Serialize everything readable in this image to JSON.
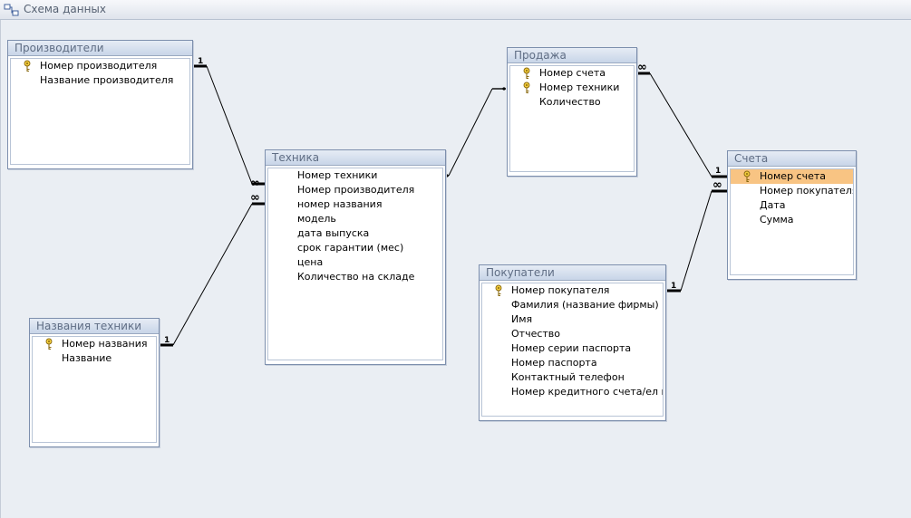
{
  "window": {
    "title": "Схема данных"
  },
  "tables": {
    "manufacturers": {
      "title": "Производители",
      "fields": [
        {
          "label": "Номер производителя",
          "key": true
        },
        {
          "label": "Название производителя",
          "key": false
        }
      ]
    },
    "equipment_names": {
      "title": "Названия техники",
      "fields": [
        {
          "label": "Номер названия",
          "key": true
        },
        {
          "label": "Название",
          "key": false
        }
      ]
    },
    "equipment": {
      "title": "Техника",
      "fields": [
        {
          "label": "Номер техники",
          "key": false
        },
        {
          "label": "Номер производителя",
          "key": false
        },
        {
          "label": "номер названия",
          "key": false
        },
        {
          "label": "модель",
          "key": false
        },
        {
          "label": "дата выпуска",
          "key": false
        },
        {
          "label": "срок гарантии (мес)",
          "key": false
        },
        {
          "label": "цена",
          "key": false
        },
        {
          "label": "Количество на складе",
          "key": false
        }
      ]
    },
    "sales": {
      "title": "Продажа",
      "fields": [
        {
          "label": "Номер счета",
          "key": true
        },
        {
          "label": "Номер техники",
          "key": true
        },
        {
          "label": "Количество",
          "key": false
        }
      ]
    },
    "buyers": {
      "title": "Покупатели",
      "fields": [
        {
          "label": "Номер покупателя",
          "key": true
        },
        {
          "label": "Фамилия (название фирмы)",
          "key": false
        },
        {
          "label": "Имя",
          "key": false
        },
        {
          "label": "Отчество",
          "key": false
        },
        {
          "label": "Номер серии паспорта",
          "key": false
        },
        {
          "label": "Номер паспорта",
          "key": false
        },
        {
          "label": "Контактный телефон",
          "key": false
        },
        {
          "label": "Номер кредитного счета/ел ко",
          "key": false
        }
      ]
    },
    "invoices": {
      "title": "Счета",
      "selected_field": "Номер счета",
      "fields": [
        {
          "label": "Номер счета",
          "key": true
        },
        {
          "label": "Номер покупателя",
          "key": false
        },
        {
          "label": "Дата",
          "key": false
        },
        {
          "label": "Сумма",
          "key": false
        }
      ]
    }
  },
  "relationships": [
    {
      "from": "Производители",
      "to": "Техника",
      "from_card": "1",
      "to_card": "∞"
    },
    {
      "from": "Названия техники",
      "to": "Техника",
      "from_card": "1",
      "to_card": "∞"
    },
    {
      "from": "Техника",
      "to": "Продажа",
      "from_card": "",
      "to_card": ""
    },
    {
      "from": "Продажа",
      "to": "Счета",
      "from_card": "∞",
      "to_card": "1"
    },
    {
      "from": "Покупатели",
      "to": "Счета",
      "from_card": "1",
      "to_card": "∞"
    }
  ],
  "colors": {
    "selection": "#f8c483",
    "table_border": "#7d8fad",
    "canvas": "#eaeef3"
  }
}
